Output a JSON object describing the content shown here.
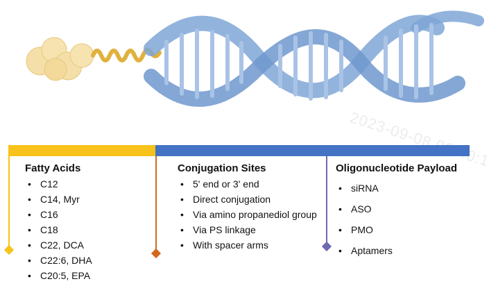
{
  "colors": {
    "lipid_bar": "#F7C21A",
    "oligo_bar": "#4472C4",
    "lipid_line": "#F7C21A",
    "sites_line": "#D2691E",
    "payload_line": "#6D6AB0",
    "dna": "#7FA6D6",
    "fatty_head": "#F5DFA8",
    "fatty_tail": "#E0B13D"
  },
  "illustration": {
    "fatty_head_icon": "lipid-head-icon",
    "fatty_tail_icon": "lipid-tail-icon",
    "helix_icon": "dna-double-helix-icon"
  },
  "watermark": "2023-09-08 09:40:1",
  "columns": {
    "fatty_acids": {
      "title": "Fatty Acids",
      "items": [
        "C12",
        "C14, Myr",
        "C16",
        "C18",
        "C22, DCA",
        "C22:6, DHA",
        "C20:5, EPA"
      ]
    },
    "conjugation_sites": {
      "title": "Conjugation Sites",
      "items": [
        "5' end or 3' end",
        "Direct conjugation",
        "Via amino propanediol group",
        "Via PS linkage",
        "With spacer arms"
      ]
    },
    "payload": {
      "title": "Oligonucleotide Payload",
      "items": [
        "siRNA",
        "ASO",
        "PMO",
        "Aptamers"
      ]
    }
  },
  "bullet": "•"
}
